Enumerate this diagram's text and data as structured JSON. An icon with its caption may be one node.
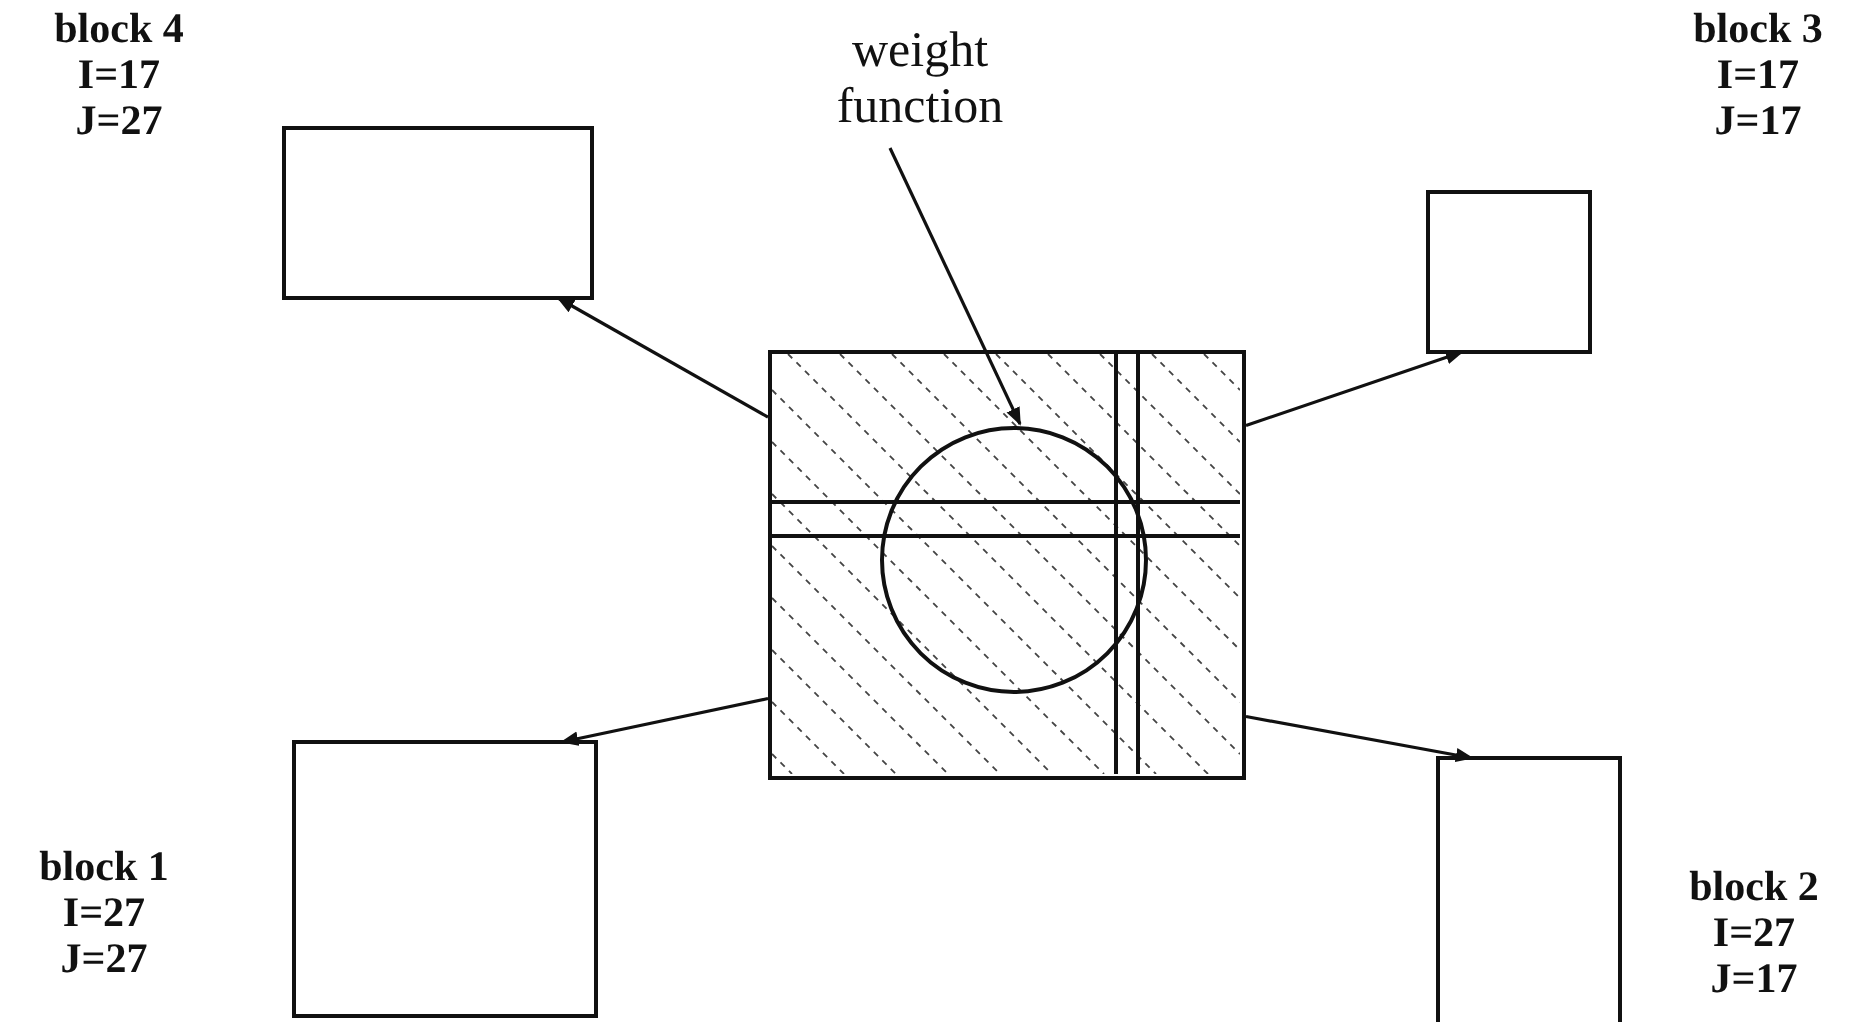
{
  "diagram": {
    "nodes": [
      {
        "text": [
          "block 4",
          "I=17",
          "J=27"
        ]
      },
      {
        "text": [
          "block 3",
          "I=17",
          "J=17"
        ]
      },
      {
        "text": [],
        "shape": "box"
      },
      {
        "text": [
          "weight function"
        ]
      },
      {
        "text": [],
        "shape": "circle",
        "in": 2
      },
      {
        "text": [
          "block 1",
          "I=27",
          "J=27"
        ]
      },
      {
        "text": [
          "block 2",
          "I=27",
          "J=17"
        ]
      }
    ],
    "edges": [
      {
        "from": 2,
        "to": 0,
        "arrow": "to"
      },
      {
        "from": 2,
        "to": 1,
        "arrow": "to"
      },
      {
        "from": 2,
        "to": 5,
        "arrow": "to"
      },
      {
        "from": 2,
        "to": 6,
        "arrow": "to"
      },
      {
        "from": 3,
        "to": 4,
        "arrow": "to"
      }
    ]
  }
}
